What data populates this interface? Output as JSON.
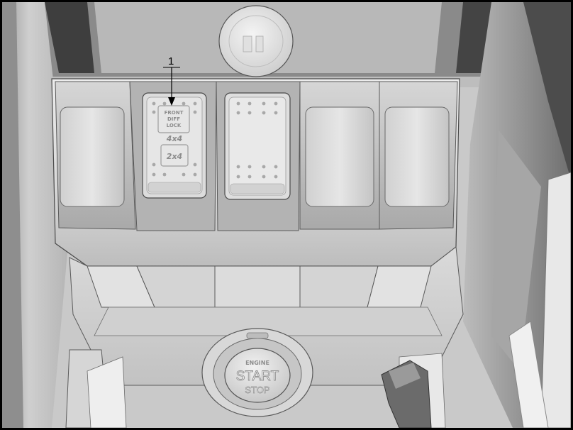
{
  "figure": {
    "callout_number": "1",
    "switch_1": {
      "lock_label_lines": [
        "FRONT",
        "DIFF",
        "LOCK"
      ],
      "upper_mode": "4x4",
      "lower_mode": "2x4"
    },
    "start_button": {
      "lines": [
        "ENGINE",
        "START",
        "STOP"
      ]
    }
  }
}
